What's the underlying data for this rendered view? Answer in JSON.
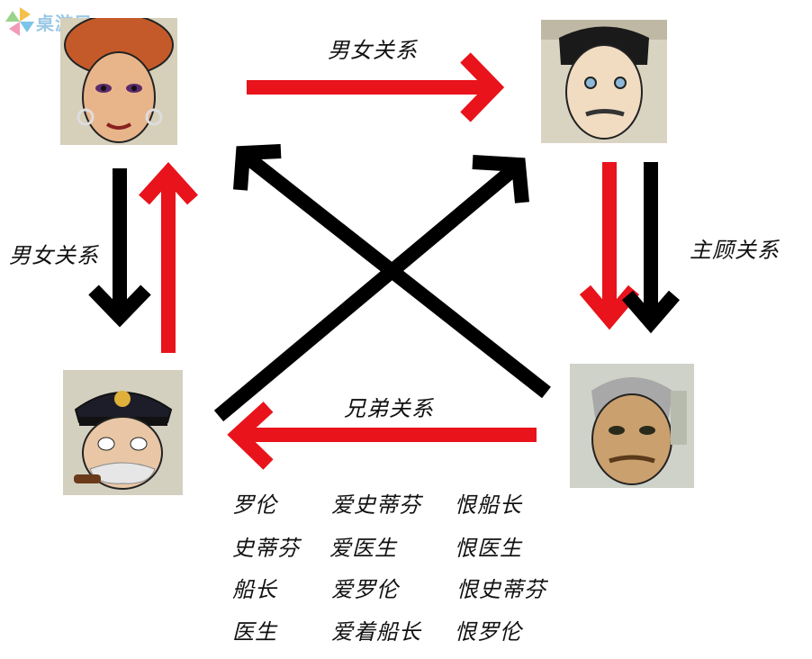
{
  "watermark": {
    "text": "桌游只",
    "icon": "pinwheel-logo-icon"
  },
  "relations": {
    "top": "男女关系",
    "left": "男女关系",
    "right": "主顾关系",
    "bottom": "兄弟关系"
  },
  "characters": {
    "top_left": {
      "icon": "woman-turban-portrait-icon"
    },
    "top_right": {
      "icon": "man-sir-steven-portrait-icon"
    },
    "bottom_left": {
      "icon": "captain-portrait-icon"
    },
    "bottom_right": {
      "icon": "old-doctor-portrait-icon"
    }
  },
  "colors": {
    "red": "#e8131b",
    "black": "#000000"
  },
  "table": {
    "rows": [
      [
        "罗伦",
        "爱史蒂芬",
        "恨船长"
      ],
      [
        "史蒂芬",
        "爱医生",
        "恨医生"
      ],
      [
        "船长",
        "爱罗伦",
        "恨史蒂芬"
      ],
      [
        "医生",
        "爱着船长",
        "恨罗伦"
      ]
    ]
  }
}
